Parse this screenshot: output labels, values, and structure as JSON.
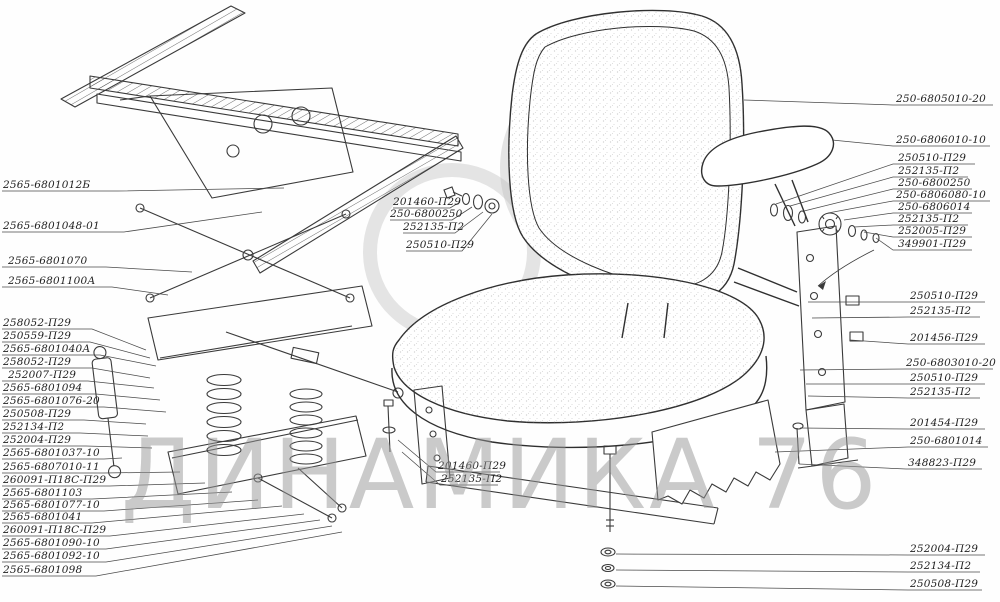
{
  "watermark": {
    "text": "ДИНАМИКА 76"
  },
  "labels": {
    "left": [
      "2565-6801012Б",
      "2565-6801048-01",
      "2565-6801070",
      "2565-6801100А",
      "258052-П29",
      "250559-П29",
      "2565-6801040А",
      "258052-П29",
      "252007-П29",
      "2565-6801094",
      "2565-6801076-20",
      "250508-П29",
      "252134-П2",
      "252004-П29",
      "2565-6801037-10",
      "2565-6807010-11",
      "260091-П18С-П29",
      "2565-6801103",
      "2565-6801077-10",
      "2565-6801041",
      "260091-П18С-П29",
      "2565-6801090-10",
      "2565-6801092-10",
      "2565-6801098"
    ],
    "center_top": [
      "201460-П29",
      "250-6800250",
      "252135-П2",
      "250510-П29"
    ],
    "center_bottom": [
      "201460-П29",
      "252135-П2"
    ],
    "right": [
      "250-6805010-20",
      "250-6806010-10",
      "250510-П29",
      "252135-П2",
      "250-6800250",
      "250-6806080-10",
      "250-6806014",
      "252135-П2",
      "252005-П29",
      "349901-П29",
      "250510-П29",
      "252135-П2",
      "201456-П29",
      "250-6803010-20",
      "250510-П29",
      "252135-П2",
      "201454-П29",
      "250-6801014",
      "348823-П29",
      "252004-П29",
      "252134-П2",
      "250508-П29"
    ]
  }
}
